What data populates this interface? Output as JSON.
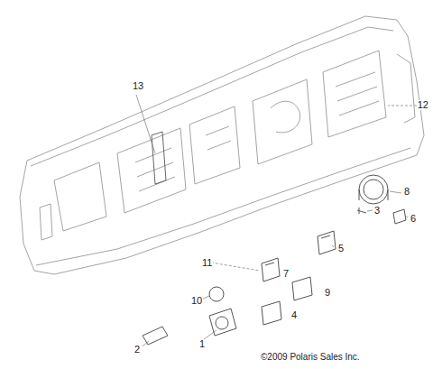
{
  "diagram": {
    "labels": [
      "13",
      "12",
      "8",
      "3",
      "6",
      "5",
      "7",
      "9",
      "11",
      "10",
      "4",
      "1",
      "2",
      "©2009 Polaris Sales Inc."
    ]
  }
}
